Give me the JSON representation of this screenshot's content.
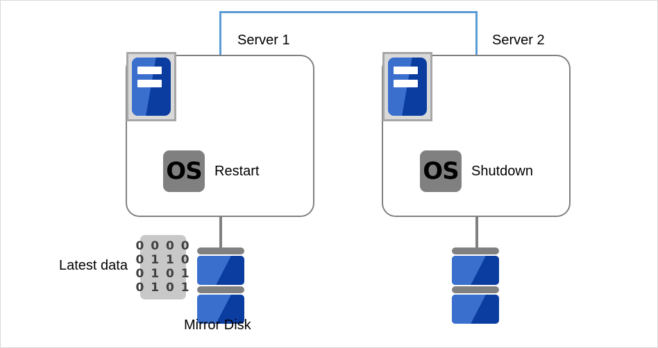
{
  "diagram": {
    "title": "Mirror Disk Server Failover Diagram",
    "colors": {
      "interconnect": "#5b9bd5",
      "box_border": "#808080",
      "disk_light_blue": "#3a6fce",
      "disk_dark_blue": "#0b3da1",
      "icon_gray": "#808080",
      "binary_box_bg": "#c8c8c8",
      "canvas_border": "#d9d9d9"
    },
    "servers": [
      {
        "id": "server-1",
        "label": "Server 1",
        "os_icon_text": "OS",
        "os_state": "Restart"
      },
      {
        "id": "server-2",
        "label": "Server 2",
        "os_icon_text": "OS",
        "os_state": "Shutdown"
      }
    ],
    "disks": [
      {
        "id": "disk-1",
        "label": "Mirror Disk",
        "has_data_badge": true
      },
      {
        "id": "disk-2",
        "label": "",
        "has_data_badge": false
      }
    ],
    "data_badge": {
      "caption": "Latest data",
      "rows": [
        "0 0 0 0",
        "0 1 1 0",
        "0 1 0 1",
        "0 1 0 1"
      ]
    }
  }
}
